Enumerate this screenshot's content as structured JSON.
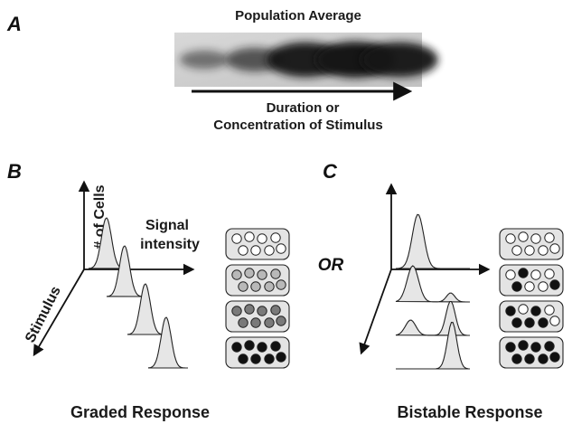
{
  "panel_a": {
    "letter": "A",
    "title": "Population Average",
    "arrow_label_line1": "Duration or",
    "arrow_label_line2": "Concentration of Stimulus",
    "band_intensity": [
      0.35,
      0.55,
      0.95,
      1.0,
      0.95
    ]
  },
  "panel_b": {
    "letter": "B",
    "axis_y_label": "# of Cells",
    "axis_x_label": "Signal intensity",
    "axis_z_label": "Stimulus",
    "caption": "Graded Response",
    "cell_levels": [
      0,
      1,
      2,
      3
    ]
  },
  "separator": "OR",
  "panel_c": {
    "letter": "C",
    "caption": "Bistable Response",
    "dark_fraction": [
      0,
      0.33,
      0.67,
      1
    ]
  },
  "colors": {
    "blot_bg": "#cfcfcf",
    "band": "#151515",
    "peak_fill": "#e6e6e6",
    "box_fill": "#e4e4e4",
    "cell_white": "#ffffff",
    "cell_light": "#b8b8b8",
    "cell_mid": "#7a7a7a",
    "cell_dark": "#111111"
  }
}
